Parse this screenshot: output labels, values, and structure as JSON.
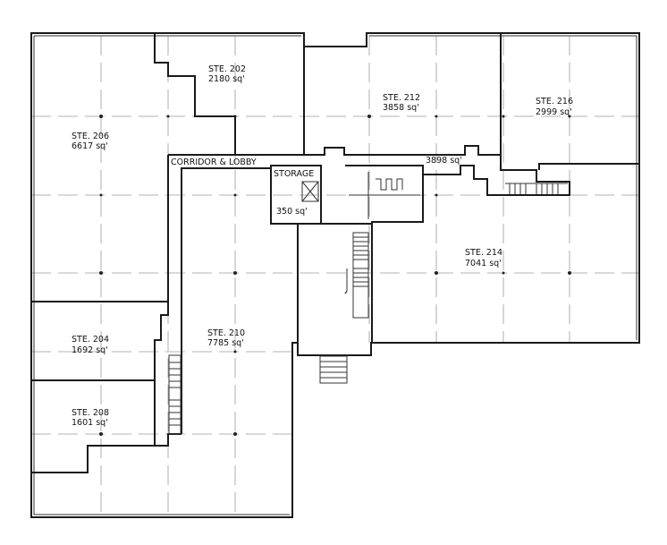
{
  "plan": {
    "suites": [
      {
        "id": "ste-206",
        "name": "STE. 206",
        "area": "6617 sq'"
      },
      {
        "id": "ste-202",
        "name": "STE. 202",
        "area": "2180 sq'"
      },
      {
        "id": "ste-212",
        "name": "STE. 212",
        "area": "3858 sq'"
      },
      {
        "id": "ste-216",
        "name": "STE. 216",
        "area": "2999 sq'"
      },
      {
        "id": "ste-214",
        "name": "STE. 214",
        "area": "7041 sq'"
      },
      {
        "id": "ste-210",
        "name": "STE. 210",
        "area": "7785 sq'"
      },
      {
        "id": "ste-204",
        "name": "STE. 204",
        "area": "1692 sq'"
      },
      {
        "id": "ste-208",
        "name": "STE. 208",
        "area": "1601 sq'"
      }
    ],
    "corridor": {
      "name": "CORRIDOR & LOBBY",
      "area": "3898 sq'"
    },
    "storage": {
      "name": "STORAGE",
      "area": "350 sq'"
    }
  }
}
